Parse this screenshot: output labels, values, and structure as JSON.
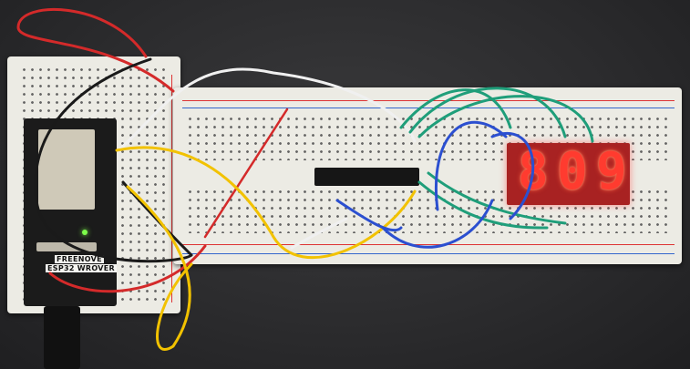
{
  "scene": {
    "description": "Photo of breadboard circuit with ESP32 WROVER board, shift-register IC, and 3-digit 7-segment LED display",
    "background_color": "#2a2a2c"
  },
  "esp32_board": {
    "brand_label": "FREENOVE",
    "model_label": "ESP32 WROVER",
    "power_led_color": "#7dff4a"
  },
  "seven_segment_display": {
    "digits": [
      "8",
      "0",
      "9"
    ],
    "reading": "8.0.9",
    "segment_color": "#ff3b2f"
  },
  "wire_colors": {
    "red": "#d42a2a",
    "black": "#1a1a1a",
    "white": "#f0f0f0",
    "yellow": "#f2c200",
    "green": "#1f9e7a",
    "blue": "#2b4fd0"
  }
}
